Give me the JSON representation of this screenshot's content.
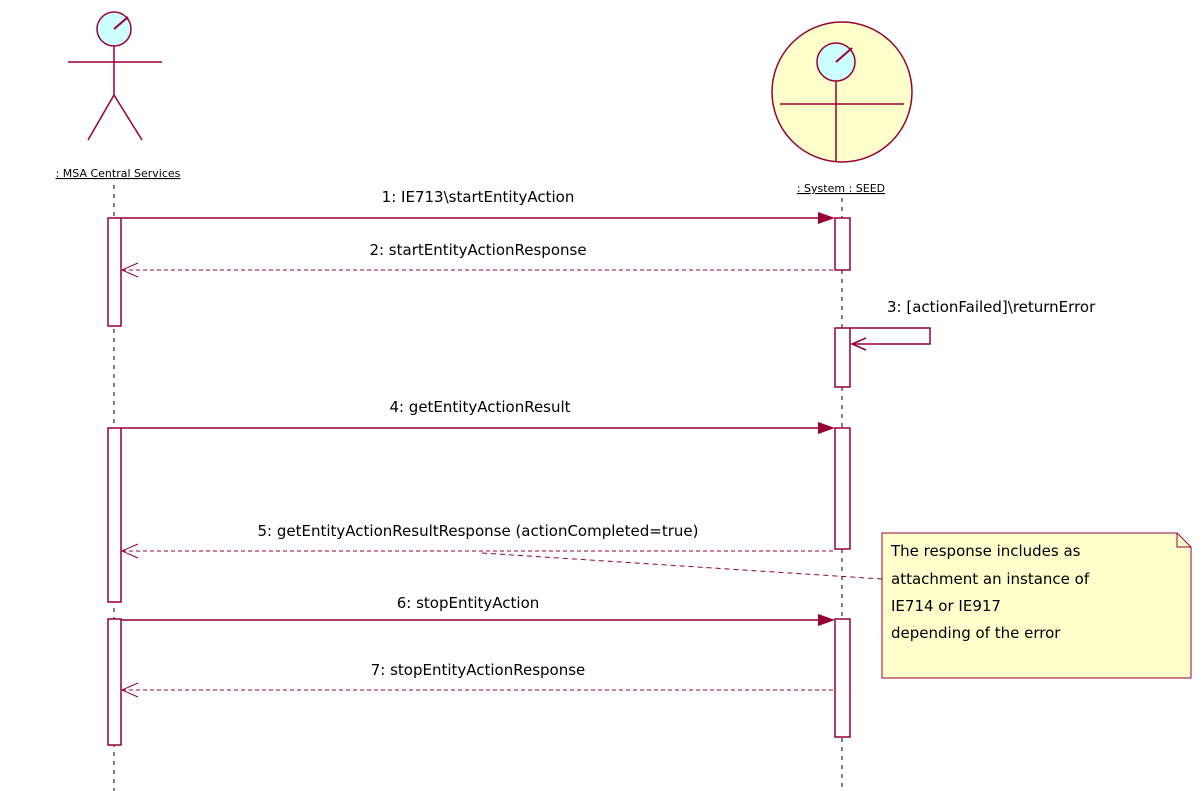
{
  "lifelines": {
    "actor": {
      "name": ": MSA Central Services"
    },
    "system": {
      "name": ": System : SEED"
    }
  },
  "messages": [
    {
      "label": "1:  IE713\\startEntityAction",
      "kind": "call"
    },
    {
      "label": "2:  startEntityActionResponse",
      "kind": "return"
    },
    {
      "label": "3:  [actionFailed]\\returnError",
      "kind": "self"
    },
    {
      "label": "4:  getEntityActionResult",
      "kind": "call"
    },
    {
      "label": "5:  getEntityActionResultResponse (actionCompleted=true)",
      "kind": "return"
    },
    {
      "label": "6:  stopEntityAction",
      "kind": "call"
    },
    {
      "label": "7:  stopEntityActionResponse",
      "kind": "return"
    }
  ],
  "note": {
    "lines": [
      "The response includes as",
      "attachment an instance of",
      "IE714 or IE917",
      "depending of the error"
    ]
  },
  "colors": {
    "line": "#990033",
    "head_fill": "#ccffff",
    "system_circle_fill": "#ffffcc",
    "note_fill": "#ffffcc"
  }
}
